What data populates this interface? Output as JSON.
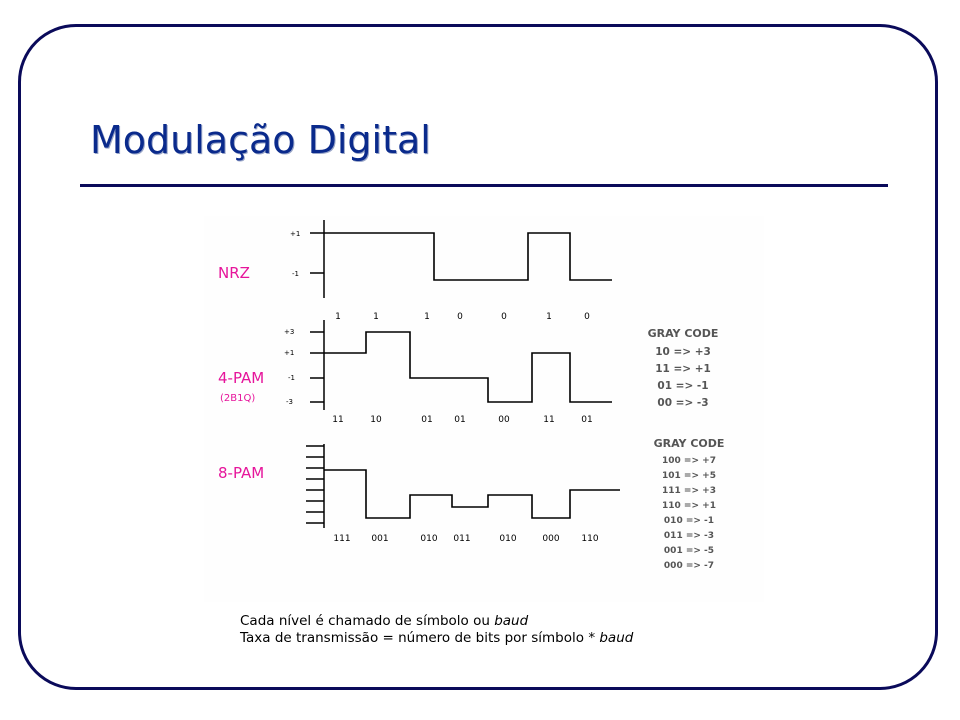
{
  "slide": {
    "title": "Modulação Digital",
    "caption": {
      "line1_prefix": "Cada nível é chamado de símbolo ou ",
      "line1_italic": "baud",
      "line2_prefix": "Taxa de transmissão = número de bits por símbolo * ",
      "line2_italic": "baud"
    }
  },
  "diagram": {
    "nrz": {
      "label": "NRZ",
      "levels": [
        "+1",
        "-1"
      ],
      "bits": [
        "1",
        "1",
        "1",
        "0",
        "0",
        "1",
        "0"
      ]
    },
    "pam4": {
      "label": "4-PAM",
      "sublabel": "(2B1Q)",
      "levels": [
        "+3",
        "+1",
        "-1",
        "-3"
      ],
      "symbols": [
        "11",
        "10",
        "01",
        "01",
        "00",
        "11",
        "01"
      ],
      "gray_code_title": "GRAY CODE",
      "gray_code": [
        "10 => +3",
        "11 => +1",
        "01 => -1",
        "00 => -3"
      ]
    },
    "pam8": {
      "label": "8-PAM",
      "symbols": [
        "111",
        "001",
        "010",
        "011",
        "010",
        "000",
        "110"
      ],
      "gray_code_title": "GRAY CODE",
      "gray_code": [
        "100 => +7",
        "101 => +5",
        "111 => +3",
        "110 => +1",
        "010 => -1",
        "011 => -3",
        "001 => -5",
        "000 => -7"
      ]
    }
  }
}
